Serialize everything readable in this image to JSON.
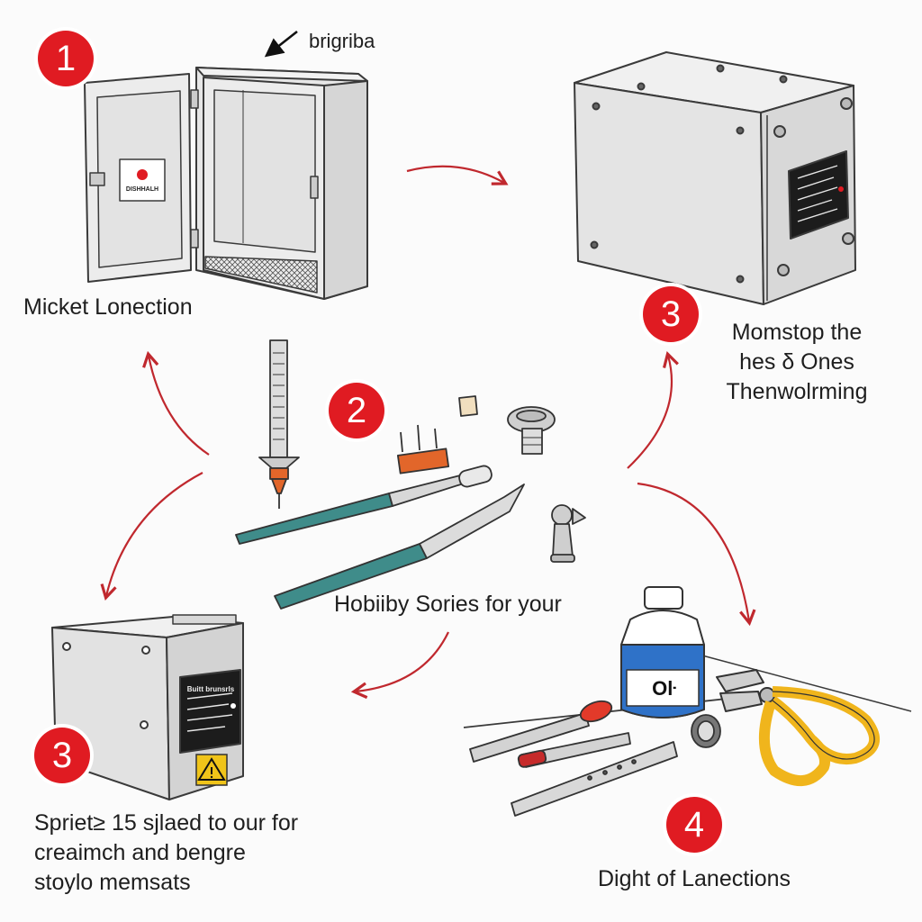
{
  "colors": {
    "badge": "#e01b22",
    "arrow": "#c0282e",
    "metal": "#e4e4e4",
    "outline": "#3a3a3a",
    "tool_teal": "#3f8c8a",
    "tool_orange": "#e2662a",
    "bottle_blue": "#2f72c8",
    "plier_yellow": "#f0b51c"
  },
  "steps": {
    "s1": {
      "number": "1",
      "caption": "Micket Lonection",
      "pointer_label": "brigriba",
      "panel_label": "DISHHALH"
    },
    "s2": {
      "number": "2",
      "caption": "Hobiiby Sories for your"
    },
    "s3_top": {
      "number": "3",
      "caption": [
        "Momstop the",
        "hes δ Ones",
        "Thenwolrming"
      ]
    },
    "s3_bottom": {
      "number": "3",
      "caption": [
        "Spriet≥ 15 sjlaed to our for",
        "creaimch and bengre",
        "stoylo memsats"
      ],
      "panel_label": "Buitt brunsrls"
    },
    "s4": {
      "number": "4",
      "caption": "Dight of Lanections",
      "bottle_label": "Oŀ"
    }
  },
  "icons": [
    "cabinet-icon",
    "enclosure-icon",
    "electrical-box-icon",
    "warning-icon",
    "screwdriver-icon",
    "pliers-icon",
    "bottle-icon"
  ]
}
